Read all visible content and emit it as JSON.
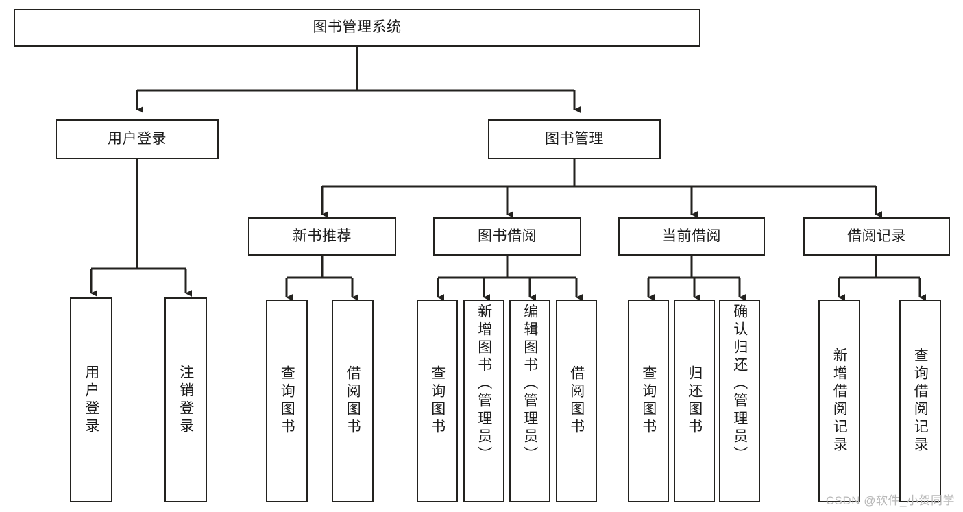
{
  "diagram": {
    "title": "图书管理系统",
    "watermark": "CSDN @软件_小贺同学",
    "line_color": "#23221f",
    "box_border_color": "#23221f",
    "box_fill_color": "#ffffff",
    "text_color": "#1b1b1b",
    "nodes": {
      "root": "图书管理系统",
      "level1": {
        "user_login": "用户登录",
        "book_manage": "图书管理"
      },
      "level2": {
        "new_book_recommend": "新书推荐",
        "book_borrow": "图书借阅",
        "current_borrow": "当前借阅",
        "borrow_record": "借阅记录"
      },
      "leaves": {
        "user_login_1": "用户登录",
        "user_login_2": "注销登录",
        "new_book_1": "查询图书",
        "new_book_2": "借阅图书",
        "book_borrow_1": "查询图书",
        "book_borrow_2": "新增图书（管理员）",
        "book_borrow_3": "编辑图书（管理员）",
        "book_borrow_4": "借阅图书",
        "current_borrow_1": "查询图书",
        "current_borrow_2": "归还图书",
        "current_borrow_3": "确认归还（管理员）",
        "borrow_record_1": "新增借阅记录",
        "borrow_record_2": "查询借阅记录"
      }
    }
  },
  "chart_data": {
    "type": "table",
    "title": "图书管理系统 功能结构图",
    "hierarchy": [
      {
        "label": "图书管理系统",
        "level": 0,
        "children": [
          {
            "label": "用户登录",
            "level": 1,
            "children": [
              {
                "label": "用户登录",
                "level": 2,
                "children": []
              },
              {
                "label": "注销登录",
                "level": 2,
                "children": []
              }
            ]
          },
          {
            "label": "图书管理",
            "level": 1,
            "children": [
              {
                "label": "新书推荐",
                "level": 2,
                "children": [
                  {
                    "label": "查询图书",
                    "level": 3,
                    "children": []
                  },
                  {
                    "label": "借阅图书",
                    "level": 3,
                    "children": []
                  }
                ]
              },
              {
                "label": "图书借阅",
                "level": 2,
                "children": [
                  {
                    "label": "查询图书",
                    "level": 3,
                    "children": []
                  },
                  {
                    "label": "新增图书（管理员）",
                    "level": 3,
                    "children": []
                  },
                  {
                    "label": "编辑图书（管理员）",
                    "level": 3,
                    "children": []
                  },
                  {
                    "label": "借阅图书",
                    "level": 3,
                    "children": []
                  }
                ]
              },
              {
                "label": "当前借阅",
                "level": 2,
                "children": [
                  {
                    "label": "查询图书",
                    "level": 3,
                    "children": []
                  },
                  {
                    "label": "归还图书",
                    "level": 3,
                    "children": []
                  },
                  {
                    "label": "确认归还（管理员）",
                    "level": 3,
                    "children": []
                  }
                ]
              },
              {
                "label": "借阅记录",
                "level": 2,
                "children": [
                  {
                    "label": "新增借阅记录",
                    "level": 3,
                    "children": []
                  },
                  {
                    "label": "查询借阅记录",
                    "level": 3,
                    "children": []
                  }
                ]
              }
            ]
          }
        ]
      }
    ]
  }
}
